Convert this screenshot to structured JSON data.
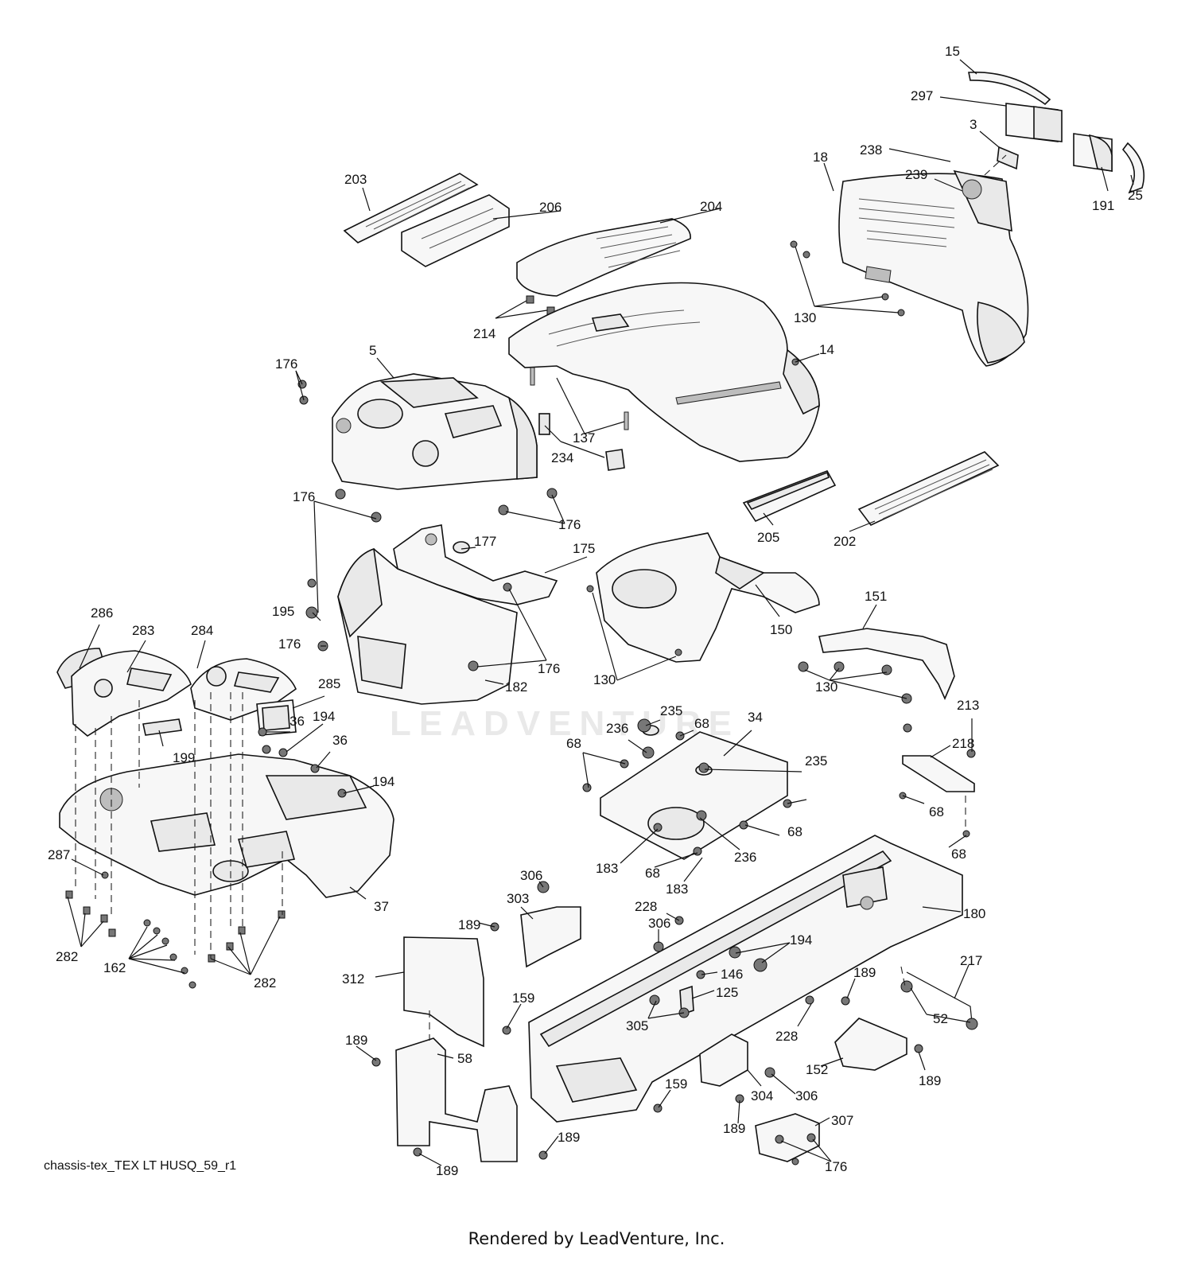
{
  "watermark": "LEADVENTURE",
  "footer": {
    "code": "chassis-tex_TEX LT HUSQ_59_r1",
    "credit": "Rendered by LeadVenture, Inc."
  },
  "callouts": [
    {
      "id": "15",
      "text": "15"
    },
    {
      "id": "297",
      "text": "297"
    },
    {
      "id": "3",
      "text": "3"
    },
    {
      "id": "238",
      "text": "238"
    },
    {
      "id": "18",
      "text": "18"
    },
    {
      "id": "239",
      "text": "239"
    },
    {
      "id": "191",
      "text": "191"
    },
    {
      "id": "25",
      "text": "25"
    },
    {
      "id": "203",
      "text": "203"
    },
    {
      "id": "206",
      "text": "206"
    },
    {
      "id": "204",
      "text": "204"
    },
    {
      "id": "130a",
      "text": "130"
    },
    {
      "id": "214",
      "text": "214"
    },
    {
      "id": "176a",
      "text": "176"
    },
    {
      "id": "5",
      "text": "5"
    },
    {
      "id": "14",
      "text": "14"
    },
    {
      "id": "137",
      "text": "137"
    },
    {
      "id": "234",
      "text": "234"
    },
    {
      "id": "176b",
      "text": "176"
    },
    {
      "id": "176c",
      "text": "176"
    },
    {
      "id": "205",
      "text": "205"
    },
    {
      "id": "202",
      "text": "202"
    },
    {
      "id": "177",
      "text": "177"
    },
    {
      "id": "175",
      "text": "175"
    },
    {
      "id": "151",
      "text": "151"
    },
    {
      "id": "195",
      "text": "195"
    },
    {
      "id": "150",
      "text": "150"
    },
    {
      "id": "286",
      "text": "286"
    },
    {
      "id": "283",
      "text": "283"
    },
    {
      "id": "284",
      "text": "284"
    },
    {
      "id": "176d",
      "text": "176"
    },
    {
      "id": "176e",
      "text": "176"
    },
    {
      "id": "130b",
      "text": "130"
    },
    {
      "id": "130c",
      "text": "130"
    },
    {
      "id": "182",
      "text": "182"
    },
    {
      "id": "285",
      "text": "285"
    },
    {
      "id": "235a",
      "text": "235"
    },
    {
      "id": "213",
      "text": "213"
    },
    {
      "id": "194a",
      "text": "194"
    },
    {
      "id": "36a",
      "text": "36"
    },
    {
      "id": "36b",
      "text": "36"
    },
    {
      "id": "236a",
      "text": "236"
    },
    {
      "id": "68a",
      "text": "68"
    },
    {
      "id": "34",
      "text": "34"
    },
    {
      "id": "199",
      "text": "199"
    },
    {
      "id": "218",
      "text": "218"
    },
    {
      "id": "68b",
      "text": "68"
    },
    {
      "id": "235b",
      "text": "235"
    },
    {
      "id": "194b",
      "text": "194"
    },
    {
      "id": "68c",
      "text": "68"
    },
    {
      "id": "68d",
      "text": "68"
    },
    {
      "id": "287",
      "text": "287"
    },
    {
      "id": "236b",
      "text": "236"
    },
    {
      "id": "183a",
      "text": "183"
    },
    {
      "id": "68e",
      "text": "68"
    },
    {
      "id": "68f",
      "text": "68"
    },
    {
      "id": "306a",
      "text": "306"
    },
    {
      "id": "183b",
      "text": "183"
    },
    {
      "id": "37",
      "text": "37"
    },
    {
      "id": "303",
      "text": "303"
    },
    {
      "id": "228a",
      "text": "228"
    },
    {
      "id": "180",
      "text": "180"
    },
    {
      "id": "189a",
      "text": "189"
    },
    {
      "id": "306b",
      "text": "306"
    },
    {
      "id": "194c",
      "text": "194"
    },
    {
      "id": "282a",
      "text": "282"
    },
    {
      "id": "162",
      "text": "162"
    },
    {
      "id": "282b",
      "text": "282"
    },
    {
      "id": "217",
      "text": "217"
    },
    {
      "id": "189b",
      "text": "189"
    },
    {
      "id": "146",
      "text": "146"
    },
    {
      "id": "312",
      "text": "312"
    },
    {
      "id": "125",
      "text": "125"
    },
    {
      "id": "52",
      "text": "52"
    },
    {
      "id": "159a",
      "text": "159"
    },
    {
      "id": "305",
      "text": "305"
    },
    {
      "id": "228b",
      "text": "228"
    },
    {
      "id": "189c",
      "text": "189"
    },
    {
      "id": "58",
      "text": "58"
    },
    {
      "id": "152",
      "text": "152"
    },
    {
      "id": "189d",
      "text": "189"
    },
    {
      "id": "159b",
      "text": "159"
    },
    {
      "id": "304",
      "text": "304"
    },
    {
      "id": "306c",
      "text": "306"
    },
    {
      "id": "307",
      "text": "307"
    },
    {
      "id": "189e",
      "text": "189"
    },
    {
      "id": "189f",
      "text": "189"
    },
    {
      "id": "176f",
      "text": "176"
    },
    {
      "id": "189g",
      "text": "189"
    }
  ]
}
